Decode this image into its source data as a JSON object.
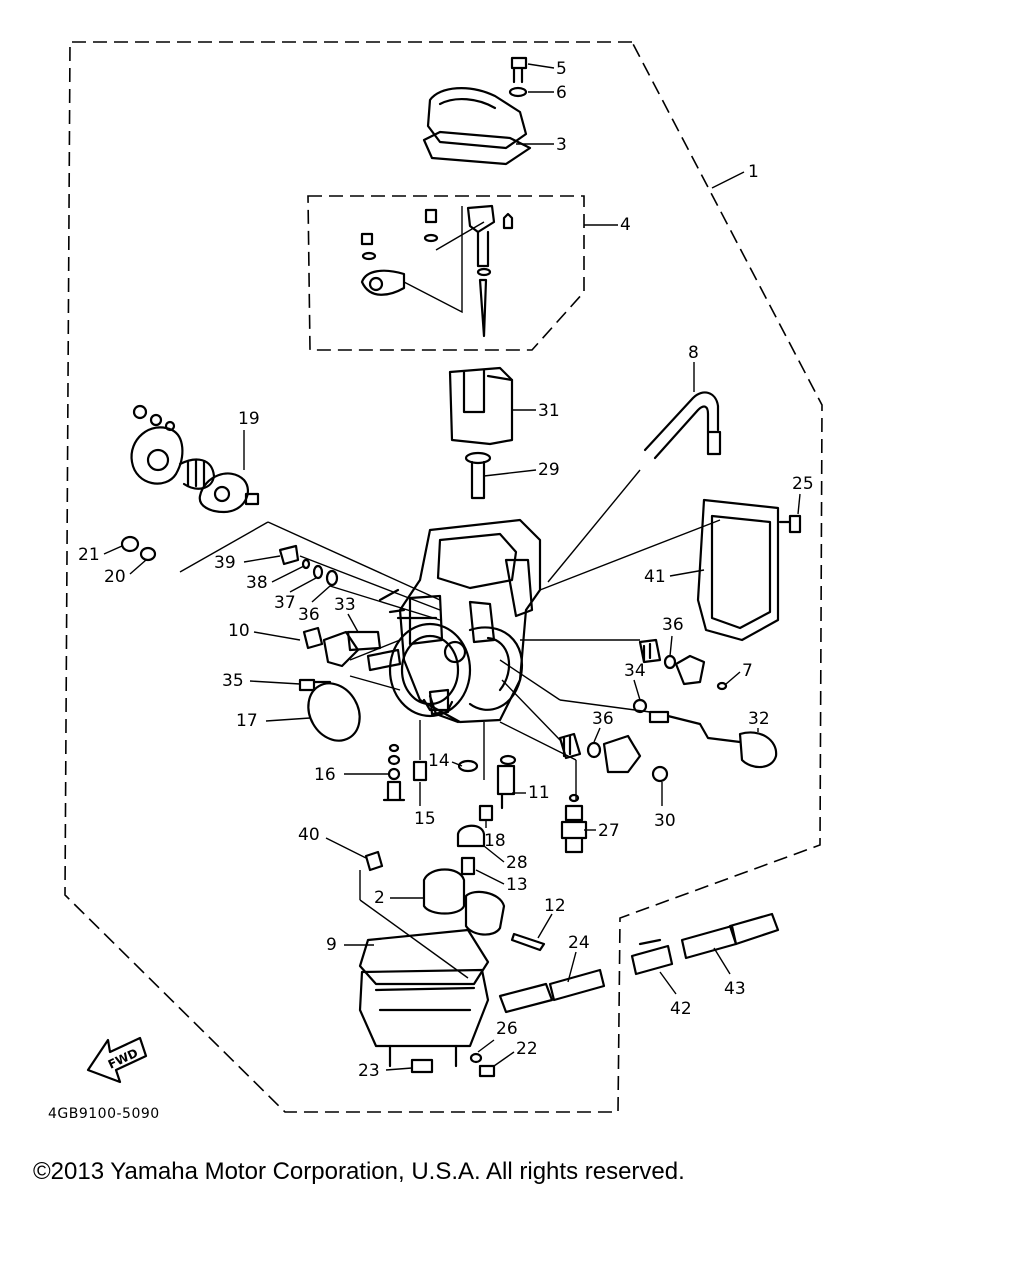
{
  "diagram": {
    "callouts": [
      {
        "id": "1",
        "label": "1"
      },
      {
        "id": "2",
        "label": "2"
      },
      {
        "id": "3",
        "label": "3"
      },
      {
        "id": "4",
        "label": "4"
      },
      {
        "id": "5",
        "label": "5"
      },
      {
        "id": "6",
        "label": "6"
      },
      {
        "id": "7",
        "label": "7"
      },
      {
        "id": "8",
        "label": "8"
      },
      {
        "id": "9",
        "label": "9"
      },
      {
        "id": "10",
        "label": "10"
      },
      {
        "id": "11",
        "label": "11"
      },
      {
        "id": "12",
        "label": "12"
      },
      {
        "id": "13",
        "label": "13"
      },
      {
        "id": "14",
        "label": "14"
      },
      {
        "id": "15",
        "label": "15"
      },
      {
        "id": "16",
        "label": "16"
      },
      {
        "id": "17",
        "label": "17"
      },
      {
        "id": "18",
        "label": "18"
      },
      {
        "id": "19",
        "label": "19"
      },
      {
        "id": "20",
        "label": "20"
      },
      {
        "id": "21",
        "label": "21"
      },
      {
        "id": "22",
        "label": "22"
      },
      {
        "id": "23",
        "label": "23"
      },
      {
        "id": "24",
        "label": "24"
      },
      {
        "id": "25",
        "label": "25"
      },
      {
        "id": "26",
        "label": "26"
      },
      {
        "id": "27",
        "label": "27"
      },
      {
        "id": "28",
        "label": "28"
      },
      {
        "id": "29",
        "label": "29"
      },
      {
        "id": "30",
        "label": "30"
      },
      {
        "id": "31",
        "label": "31"
      },
      {
        "id": "32",
        "label": "32"
      },
      {
        "id": "33",
        "label": "33"
      },
      {
        "id": "34",
        "label": "34"
      },
      {
        "id": "35",
        "label": "35"
      },
      {
        "id": "36a",
        "label": "36"
      },
      {
        "id": "36b",
        "label": "36"
      },
      {
        "id": "36c",
        "label": "36"
      },
      {
        "id": "37",
        "label": "37"
      },
      {
        "id": "38",
        "label": "38"
      },
      {
        "id": "39",
        "label": "39"
      },
      {
        "id": "40",
        "label": "40"
      },
      {
        "id": "41",
        "label": "41"
      },
      {
        "id": "42",
        "label": "42"
      },
      {
        "id": "43",
        "label": "43"
      }
    ],
    "diagram_code": "4GB9100-5090",
    "fwd_label": "FWD"
  },
  "footer": {
    "copyright": "©2013 Yamaha Motor Corporation, U.S.A. All rights reserved."
  }
}
